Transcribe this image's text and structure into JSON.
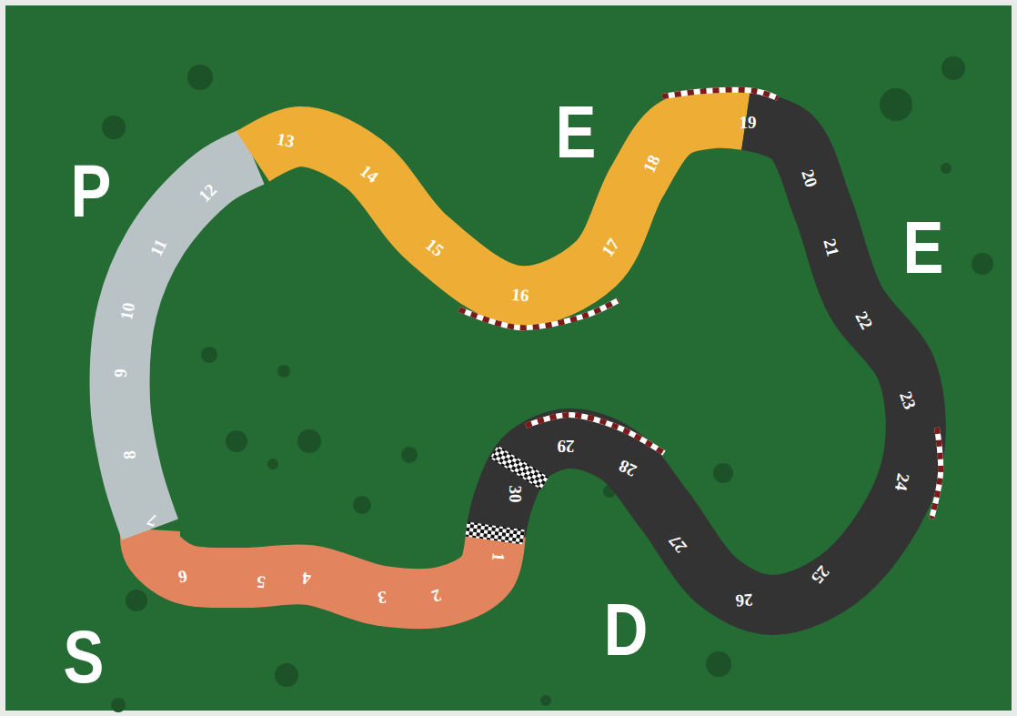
{
  "diagram": {
    "labels": [
      "P",
      "E",
      "E",
      "S",
      "D",
      "1",
      "2",
      "3",
      "4",
      "5",
      "6",
      "7",
      "8",
      "9",
      "10",
      "11",
      "12",
      "13",
      "14",
      "15",
      "16",
      "17",
      "18",
      "19",
      "20",
      "21",
      "22",
      "23",
      "24",
      "25",
      "26",
      "27",
      "28",
      "29",
      "30"
    ]
  }
}
